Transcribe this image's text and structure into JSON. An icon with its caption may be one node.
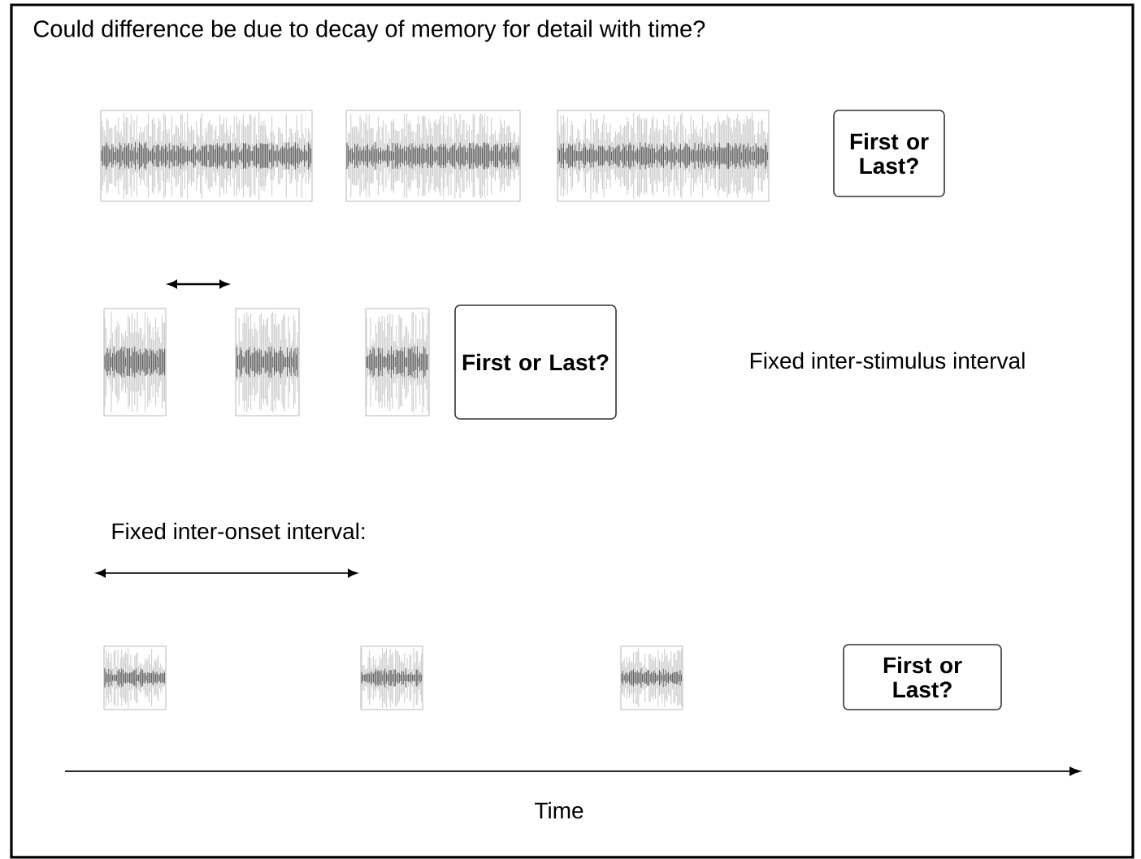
{
  "diagram": {
    "title": "Could difference be due to decay of memory for detail with time?",
    "nodes": [
      {
        "text": [
          "First or Last?"
        ]
      },
      {
        "text": [
          "First or Last?"
        ]
      },
      {
        "text": [
          "First or Last?"
        ]
      }
    ],
    "labels": [
      "Fixed inter-stimulus interval",
      "Fixed inter-onset interval:",
      "Time"
    ]
  }
}
